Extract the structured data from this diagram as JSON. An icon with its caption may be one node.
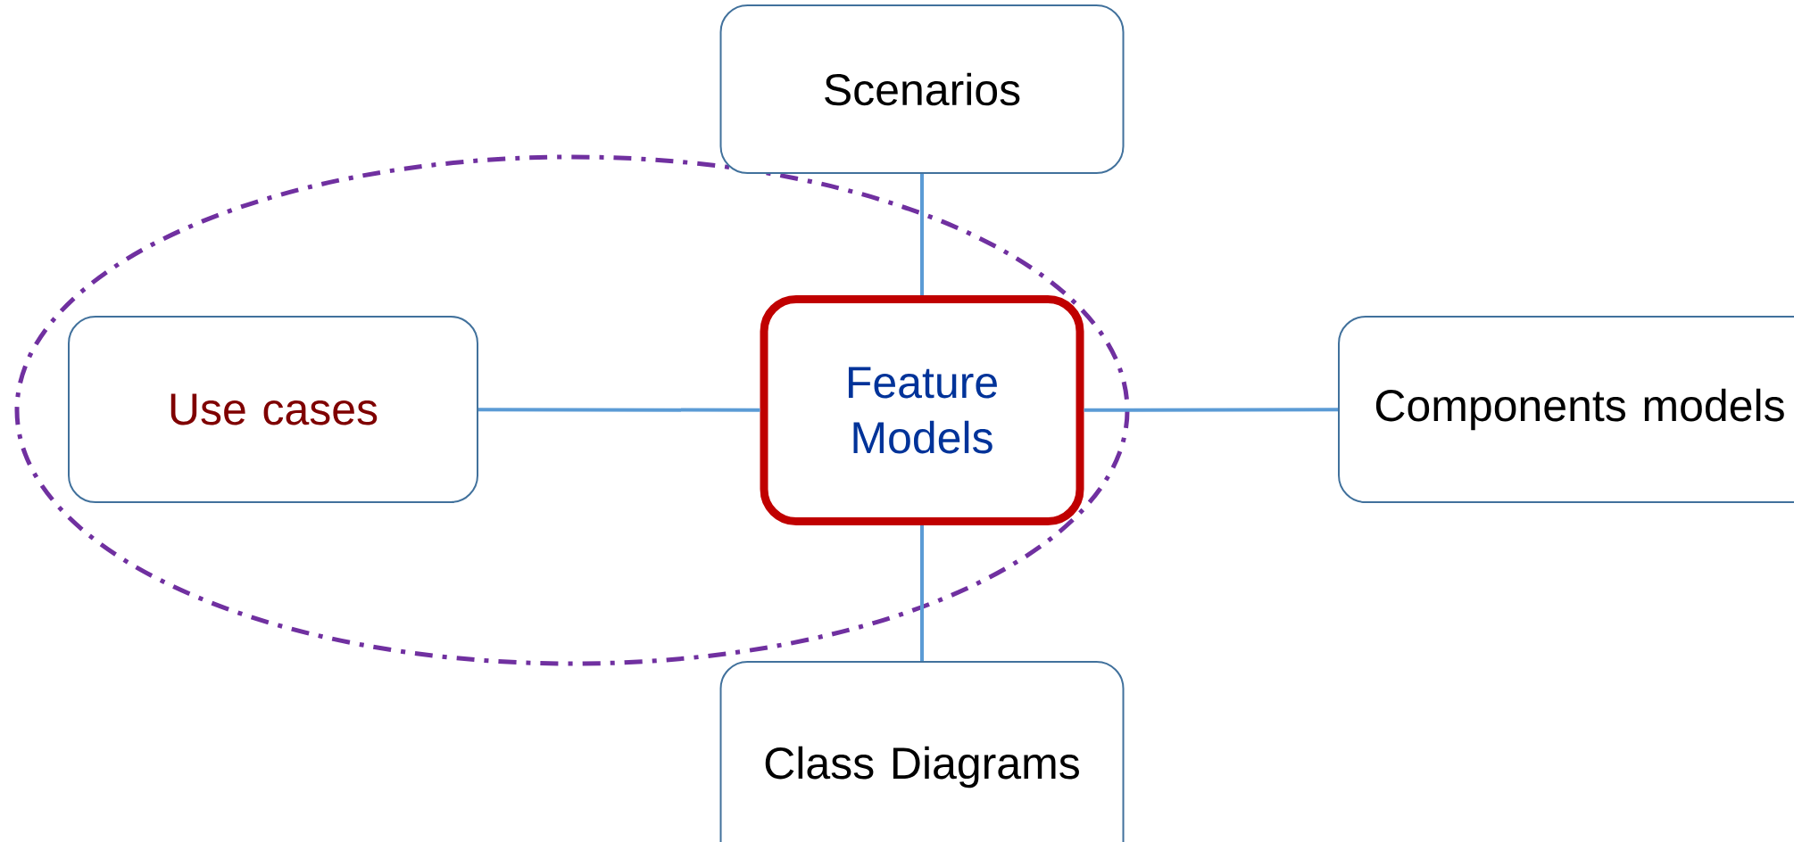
{
  "diagram": {
    "nodes": [
      {
        "text": [
          "Scenarios"
        ]
      },
      {
        "text": [
          "Use cases"
        ]
      },
      {
        "text": [
          "Feature Models"
        ]
      },
      {
        "text": [
          "Components models"
        ]
      },
      {
        "text": [
          "Class Diagrams"
        ]
      }
    ],
    "edges": [
      {
        "from": 0,
        "to": 2,
        "arrow": "none"
      },
      {
        "from": 1,
        "to": 2,
        "arrow": "none"
      },
      {
        "from": 2,
        "to": 3,
        "arrow": "none"
      },
      {
        "from": 2,
        "to": 4,
        "arrow": "none"
      }
    ]
  }
}
